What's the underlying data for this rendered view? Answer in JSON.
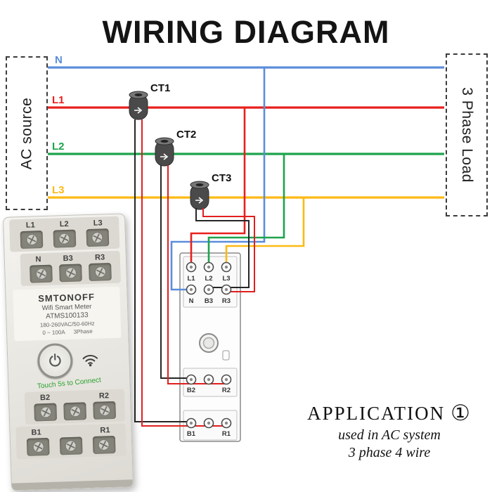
{
  "title": "WIRING DIAGRAM",
  "ac_source_label": "AC source",
  "load_label": "3 Phase Load",
  "wires": [
    {
      "name": "N",
      "color": "#5b8ddb"
    },
    {
      "name": "L1",
      "color": "#e8201d"
    },
    {
      "name": "L2",
      "color": "#1ea34c"
    },
    {
      "name": "L3",
      "color": "#fdb913"
    }
  ],
  "ct_labels": [
    "CT1",
    "CT2",
    "CT3"
  ],
  "colors": {
    "ct_lead_red": "#e01f1f",
    "ct_lead_black": "#262626",
    "hint_green": "#2aa12e"
  },
  "meter_terminals": {
    "row1": [
      "L1",
      "L2",
      "L3"
    ],
    "row2": [
      "N",
      "B3",
      "R3"
    ],
    "row3": [
      "B2",
      "R2"
    ],
    "row4": [
      "B1",
      "R1"
    ]
  },
  "device": {
    "brand": "SMTONOFF",
    "product": "Wifi Smart Meter",
    "model": "ATMS100133",
    "spec_voltage": "180-260VAC/50-60Hz",
    "spec_current": "0 ~ 100A",
    "spec_phase": "3Phase",
    "hint": "Touch 5s to Connect",
    "top_row1": [
      "L1",
      "L2",
      "L3"
    ],
    "top_row2": [
      "N",
      "B3",
      "R3"
    ],
    "bottom_row1": [
      "B2",
      "R2"
    ],
    "bottom_row2": [
      "B1",
      "R1"
    ]
  },
  "application": {
    "title": "APPLICATION",
    "number": "①",
    "line1": "used in AC system",
    "line2": "3 phase 4 wire"
  }
}
